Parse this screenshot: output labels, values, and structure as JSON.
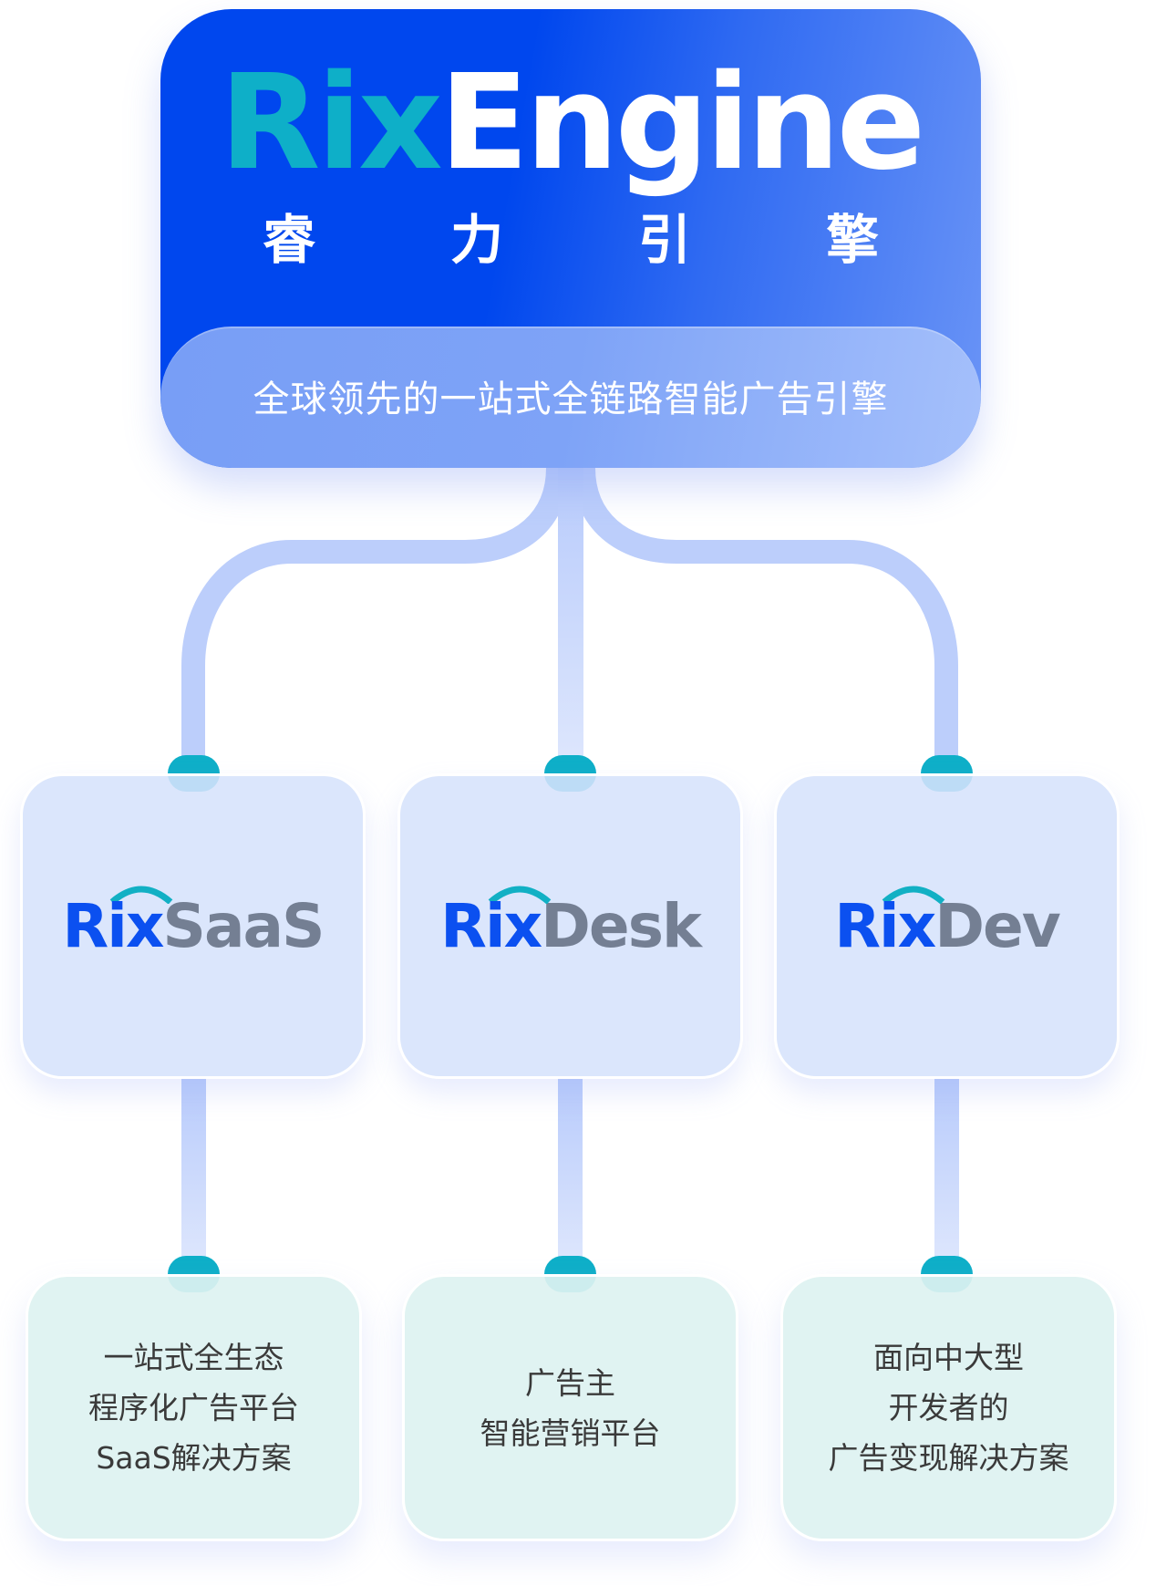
{
  "header": {
    "brand_prefix": "Rix",
    "brand_suffix": "Engine",
    "brand_cn": [
      "睿",
      "力",
      "引",
      "擎"
    ],
    "tagline": "全球领先的一站式全链路智能广告引擎"
  },
  "products": [
    {
      "logo_prefix": "Rix",
      "logo_suffix": "SaaS",
      "description": [
        "一站式全生态",
        "程序化广告平台",
        "SaaS解决方案"
      ]
    },
    {
      "logo_prefix": "Rix",
      "logo_suffix": "Desk",
      "description": [
        "广告主",
        "智能营销平台"
      ]
    },
    {
      "logo_prefix": "Rix",
      "logo_suffix": "Dev",
      "description": [
        "面向中大型",
        "开发者的",
        "广告变现解决方案"
      ]
    }
  ],
  "colors": {
    "primary_blue": "#0047ee",
    "teal_accent": "#0eafc8",
    "logo_blue": "#0b50f0",
    "logo_grey": "#747f93",
    "connector": "#bccefb",
    "product_card_bg": "#d6e3fc",
    "desc_card_bg": "#ddf2f1",
    "desc_text": "#3a3a3a"
  }
}
